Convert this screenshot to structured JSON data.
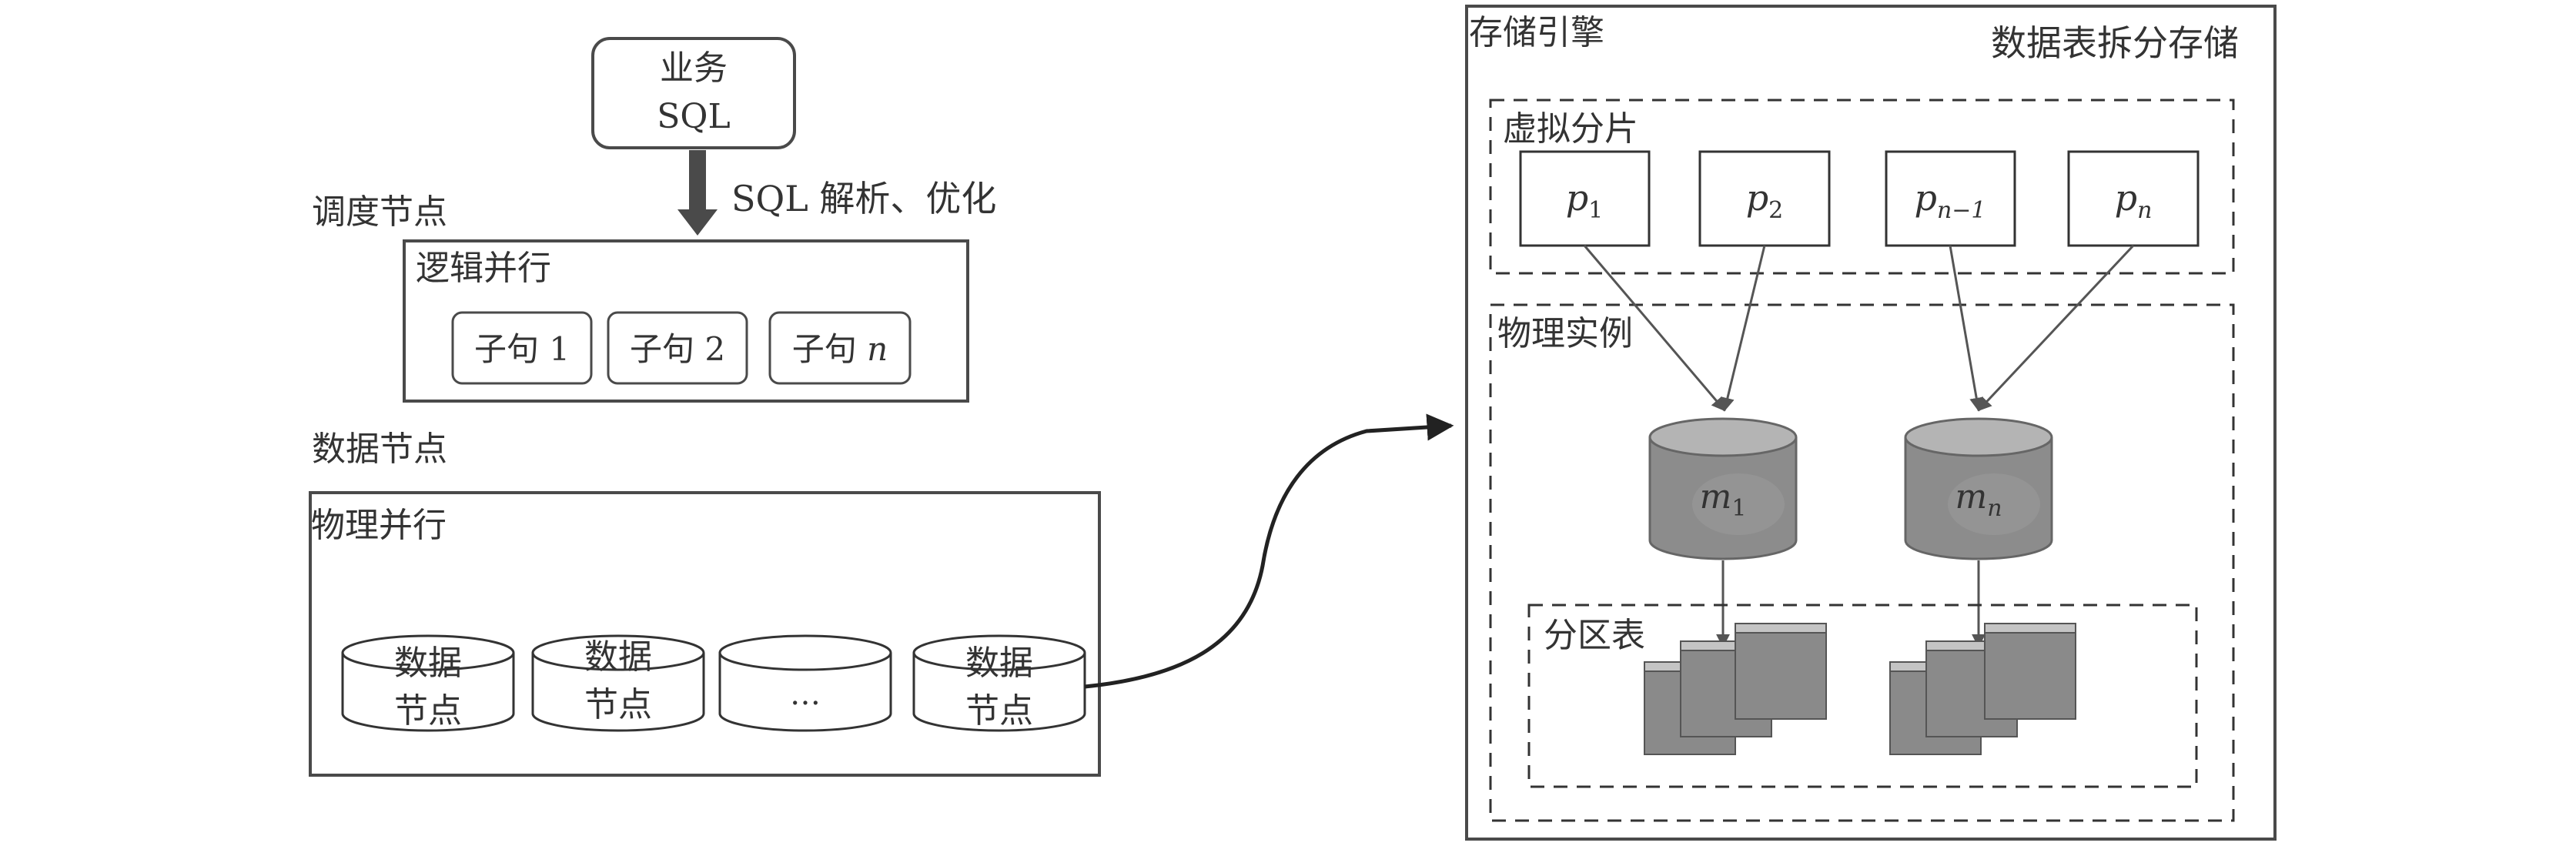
{
  "colors": {
    "stroke": "#4a4a4a",
    "text": "#333333",
    "cylinder_body": "#8c8c8c",
    "cylinder_top": "#b4b4b4",
    "table_fill": "#8a8a8a",
    "table_header": "#c4c4c4"
  },
  "left": {
    "business_line1": "业务",
    "business_line2": "SQL",
    "parse_label": "SQL 解析、优化",
    "scheduler_label": "调度节点",
    "logical_parallel_label": "逻辑并行",
    "clauses": [
      {
        "text": "子句 ",
        "num": "1",
        "italic": false
      },
      {
        "text": "子句 ",
        "num": "2",
        "italic": false
      },
      {
        "text": "子句 ",
        "num": "n",
        "italic": true
      }
    ],
    "data_node_label": "数据节点",
    "physical_parallel_label": "物理并行",
    "data_nodes": [
      {
        "line1": "数据",
        "line2": "节点"
      },
      {
        "line1": "数据",
        "line2": "节点"
      },
      {
        "line1": "…",
        "line2": ""
      },
      {
        "line1": "数据",
        "line2": "节点"
      }
    ]
  },
  "right": {
    "storage_engine_label": "存储引擎",
    "split_storage_label": "数据表拆分存储",
    "virtual_shard_label": "虚拟分片",
    "shards": [
      {
        "base": "p",
        "sub": "1"
      },
      {
        "base": "p",
        "sub": "2"
      },
      {
        "base": "p",
        "sub": "n−1"
      },
      {
        "base": "p",
        "sub": "n"
      }
    ],
    "physical_instance_label": "物理实例",
    "instances": [
      {
        "base": "m",
        "sub": "1"
      },
      {
        "base": "m",
        "sub": "n"
      }
    ],
    "partition_table_label": "分区表"
  }
}
